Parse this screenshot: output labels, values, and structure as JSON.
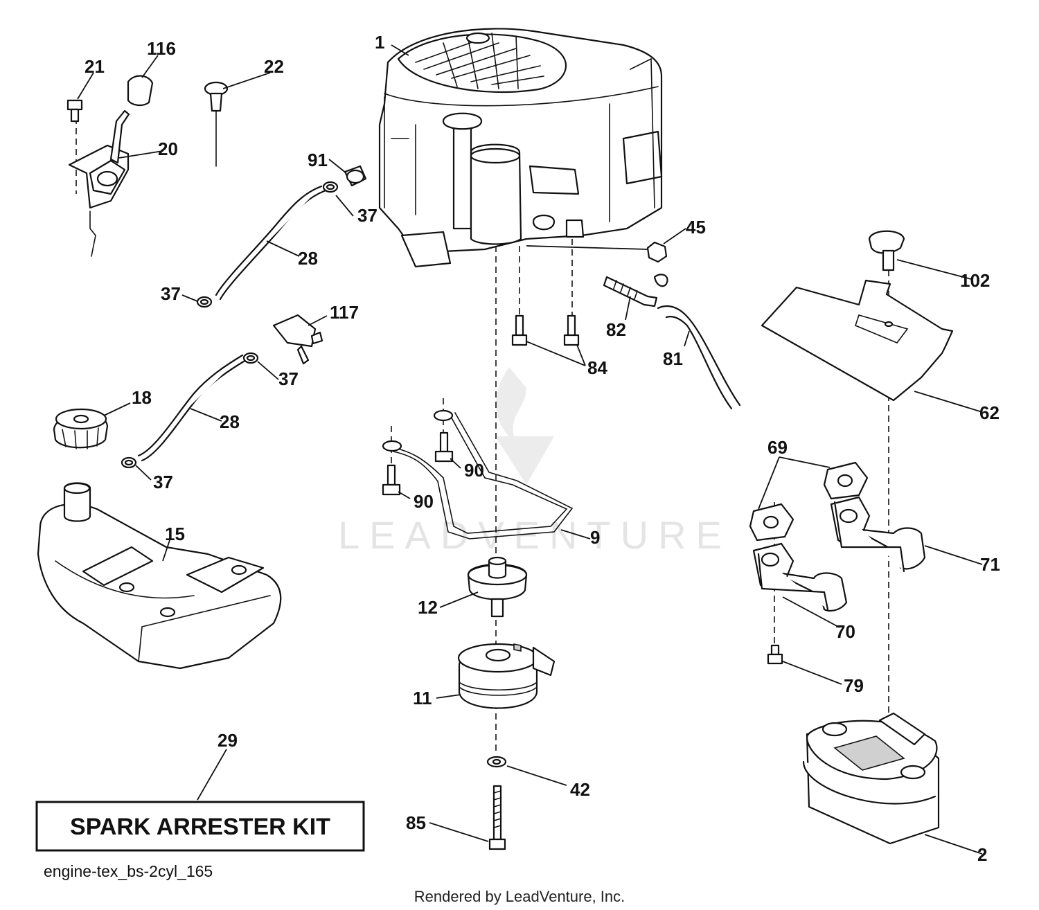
{
  "diagram": {
    "filename": "engine-tex_bs-2cyl_165",
    "footer": "Rendered by LeadVenture, Inc.",
    "watermark": "LEADVENTURE",
    "kit_box_label": "SPARK ARRESTER KIT",
    "callouts": {
      "c1": "1",
      "c2": "2",
      "c9": "9",
      "c11": "11",
      "c12": "12",
      "c15": "15",
      "c18": "18",
      "c20": "20",
      "c21": "21",
      "c22": "22",
      "c28a": "28",
      "c28b": "28",
      "c29": "29",
      "c37a": "37",
      "c37b": "37",
      "c37c": "37",
      "c37d": "37",
      "c42": "42",
      "c45": "45",
      "c62": "62",
      "c69": "69",
      "c70": "70",
      "c71": "71",
      "c79": "79",
      "c81": "81",
      "c82": "82",
      "c84": "84",
      "c85": "85",
      "c90a": "90",
      "c90b": "90",
      "c91": "91",
      "c102": "102",
      "c116": "116",
      "c117": "117"
    }
  }
}
